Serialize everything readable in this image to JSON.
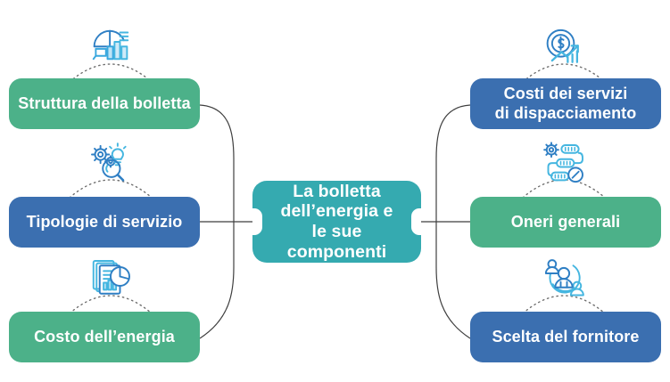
{
  "diagram": {
    "type": "mind-map",
    "title_node": {
      "label": "La bolletta\ndell’energia e\nle sue componenti",
      "color": "#35aab0"
    },
    "palette": {
      "green": "#4cb189",
      "blue": "#3b6fb0",
      "teal": "#35aab0",
      "connector_line": "#3f3f3f",
      "icon_dark": "#2b6cb0",
      "icon_light": "#45b6e0",
      "background": "#ffffff",
      "text": "#ffffff"
    },
    "left_branches": [
      {
        "label": "Struttura della bolletta",
        "color": "#4cb189",
        "icon": "pie-bar-chart-icon"
      },
      {
        "label": "Tipologie di servizio",
        "color": "#3b6fb0",
        "icon": "gears-lightbulb-magnifier-icon"
      },
      {
        "label": "Costo dell’energia",
        "color": "#4cb189",
        "icon": "documents-report-icon"
      }
    ],
    "right_branches": [
      {
        "label": "Costi dei servizi\ndi dispacciamento",
        "color": "#3b6fb0",
        "icon": "dollar-growth-icon"
      },
      {
        "label": "Oneri generali",
        "color": "#4cb189",
        "icon": "process-flow-check-icon"
      },
      {
        "label": "Scelta del fornitore",
        "color": "#3b6fb0",
        "icon": "people-network-icon"
      }
    ]
  }
}
